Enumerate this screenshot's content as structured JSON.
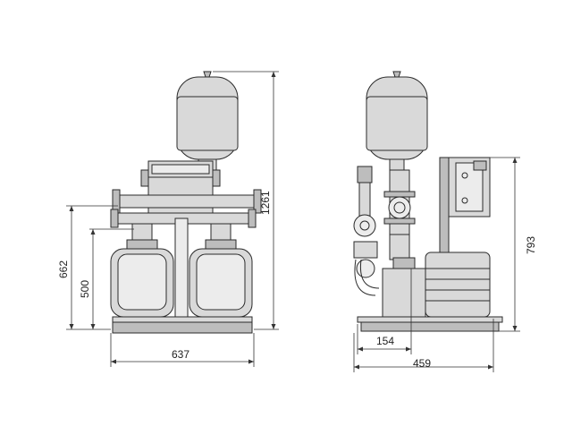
{
  "front_view": {
    "dimensions": {
      "base_width": "637",
      "height_inlet": "662",
      "height_outlet": "500",
      "total_height": "1261"
    }
  },
  "side_view": {
    "dimensions": {
      "depth_total": "459",
      "depth_partial": "154",
      "controller_height": "793"
    }
  },
  "colors": {
    "outline": "#2a2a2a",
    "fill": "#d9d9d9"
  }
}
